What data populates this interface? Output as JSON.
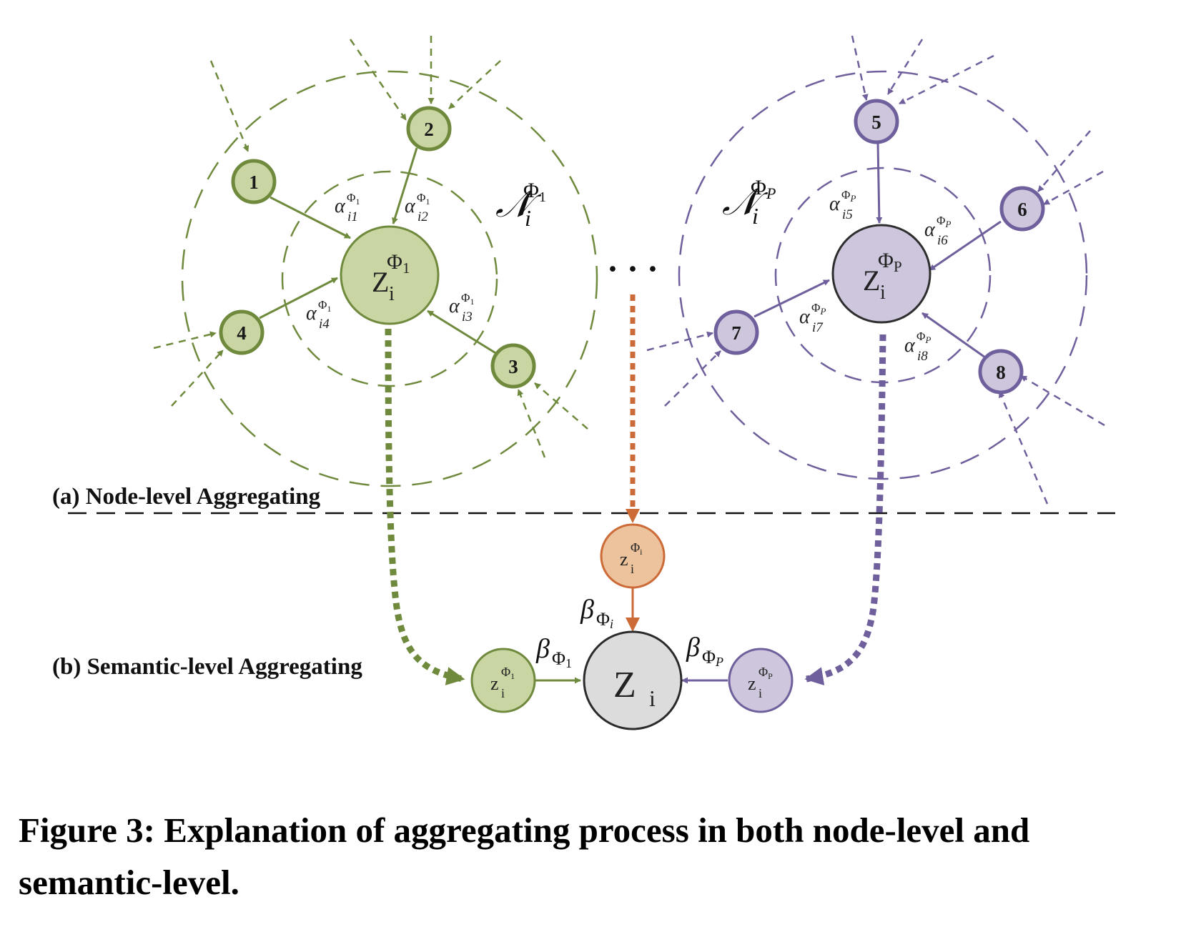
{
  "caption": "Figure 3: Explanation of aggregating process in both node-level and semantic-level.",
  "section_labels": {
    "node_level": "(a) Node-level Aggregating",
    "semantic_level": "(b) Semantic-level Aggregating"
  },
  "ellipsis": "· · ·",
  "colors": {
    "green_fill": "#c9d6a3",
    "green_stroke": "#6f8a3d",
    "purple_fill": "#cdc6dc",
    "purple_stroke": "#6f5f9c",
    "orange_fill": "#ecc39c",
    "orange_stroke": "#cc6b38",
    "gray_fill": "#dcdcdc",
    "dark_stroke": "#333333"
  },
  "left_group": {
    "neighborhood_label": {
      "base": "𝒩",
      "sub": "i",
      "sup": "Φ",
      "sup_sub": "1"
    },
    "center": {
      "base": "Z",
      "sub": "i",
      "sup": "Φ",
      "sup_sub": "1"
    },
    "neighbors": [
      {
        "label": "1",
        "weight": {
          "base": "α",
          "sub": "i1",
          "sup": "Φ",
          "sup_sub": "1"
        }
      },
      {
        "label": "2",
        "weight": {
          "base": "α",
          "sub": "i2",
          "sup": "Φ",
          "sup_sub": "1"
        }
      },
      {
        "label": "3",
        "weight": {
          "base": "α",
          "sub": "i3",
          "sup": "Φ",
          "sup_sub": "1"
        }
      },
      {
        "label": "4",
        "weight": {
          "base": "α",
          "sub": "i4",
          "sup": "Φ",
          "sup_sub": "1"
        }
      }
    ]
  },
  "right_group": {
    "neighborhood_label": {
      "base": "𝒩",
      "sub": "i",
      "sup": "Φ",
      "sup_sub": "P"
    },
    "center": {
      "base": "Z",
      "sub": "i",
      "sup": "Φ",
      "sup_sub": "P"
    },
    "neighbors": [
      {
        "label": "5",
        "weight": {
          "base": "α",
          "sub": "i5",
          "sup": "Φ",
          "sup_sub": "P"
        }
      },
      {
        "label": "6",
        "weight": {
          "base": "α",
          "sub": "i6",
          "sup": "Φ",
          "sup_sub": "P"
        }
      },
      {
        "label": "7",
        "weight": {
          "base": "α",
          "sub": "i7",
          "sup": "Φ",
          "sup_sub": "P"
        }
      },
      {
        "label": "8",
        "weight": {
          "base": "α",
          "sub": "i8",
          "sup": "Φ",
          "sup_sub": "P"
        }
      }
    ]
  },
  "semantic": {
    "final": {
      "base": "Z",
      "sub": "i"
    },
    "emb_1": {
      "base": "z",
      "sub": "i",
      "sup": "Φ",
      "sup_sub": "1"
    },
    "emb_i": {
      "base": "z",
      "sub": "i",
      "sup": "Φ",
      "sup_sub": "i"
    },
    "emb_p": {
      "base": "z",
      "sub": "i",
      "sup": "Φ",
      "sup_sub": "P"
    },
    "beta_1": {
      "base": "β",
      "sub": "Φ",
      "sub_sub": "1"
    },
    "beta_i": {
      "base": "β",
      "sub": "Φ",
      "sub_sub": "i"
    },
    "beta_p": {
      "base": "β",
      "sub": "Φ",
      "sub_sub": "P"
    }
  }
}
